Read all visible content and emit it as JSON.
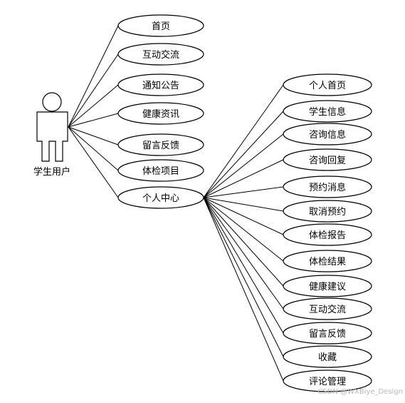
{
  "actor": {
    "label": "学生用户"
  },
  "main_use_cases": [
    "首页",
    "互动交流",
    "通知公告",
    "健康资讯",
    "留言反馈",
    "体检项目",
    "个人中心"
  ],
  "personal_center_use_cases": [
    "个人首页",
    "学生信息",
    "咨询信息",
    "咨询回复",
    "预约消息",
    "取消预约",
    "体检报告",
    "体检结果",
    "健康建议",
    "互动交流",
    "留言反馈",
    "收藏",
    "评论管理"
  ],
  "watermark": "CSDN @WXBiye_Design"
}
